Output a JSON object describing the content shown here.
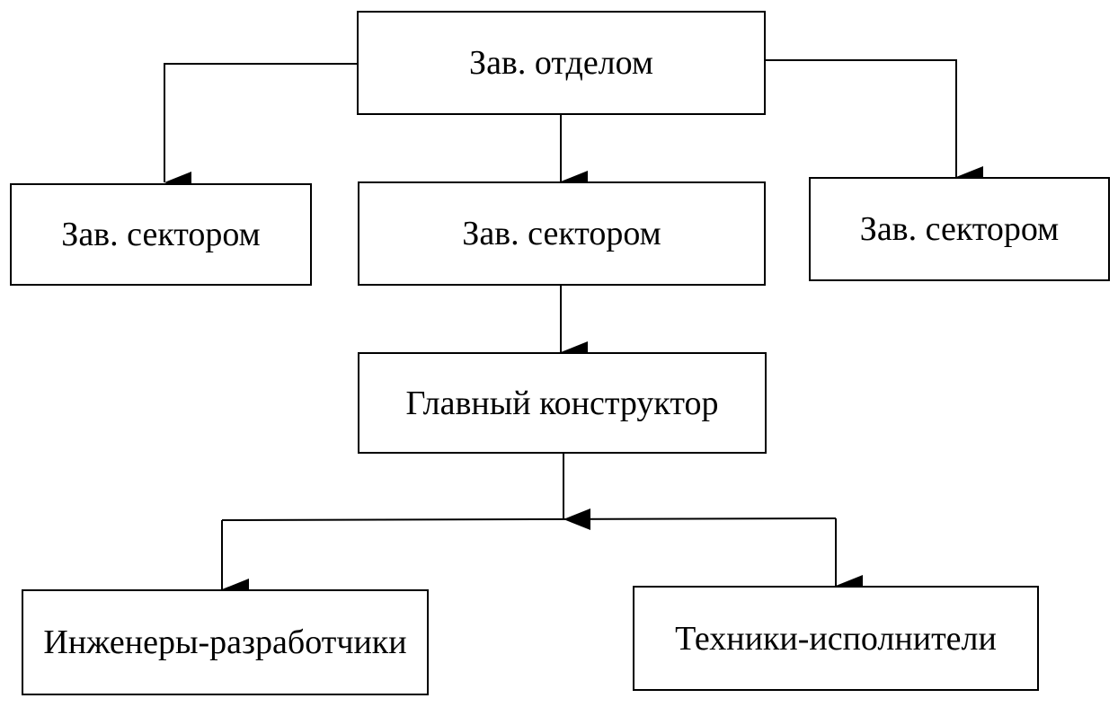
{
  "nodes": {
    "head": "Зав. отделом",
    "sector_left": "Зав. сектором",
    "sector_center": "Зав. сектором",
    "sector_right": "Зав. сектором",
    "chief_designer": "Главный конструктор",
    "engineers": "Инженеры-разработчики",
    "technicians": "Техники-исполнители"
  }
}
